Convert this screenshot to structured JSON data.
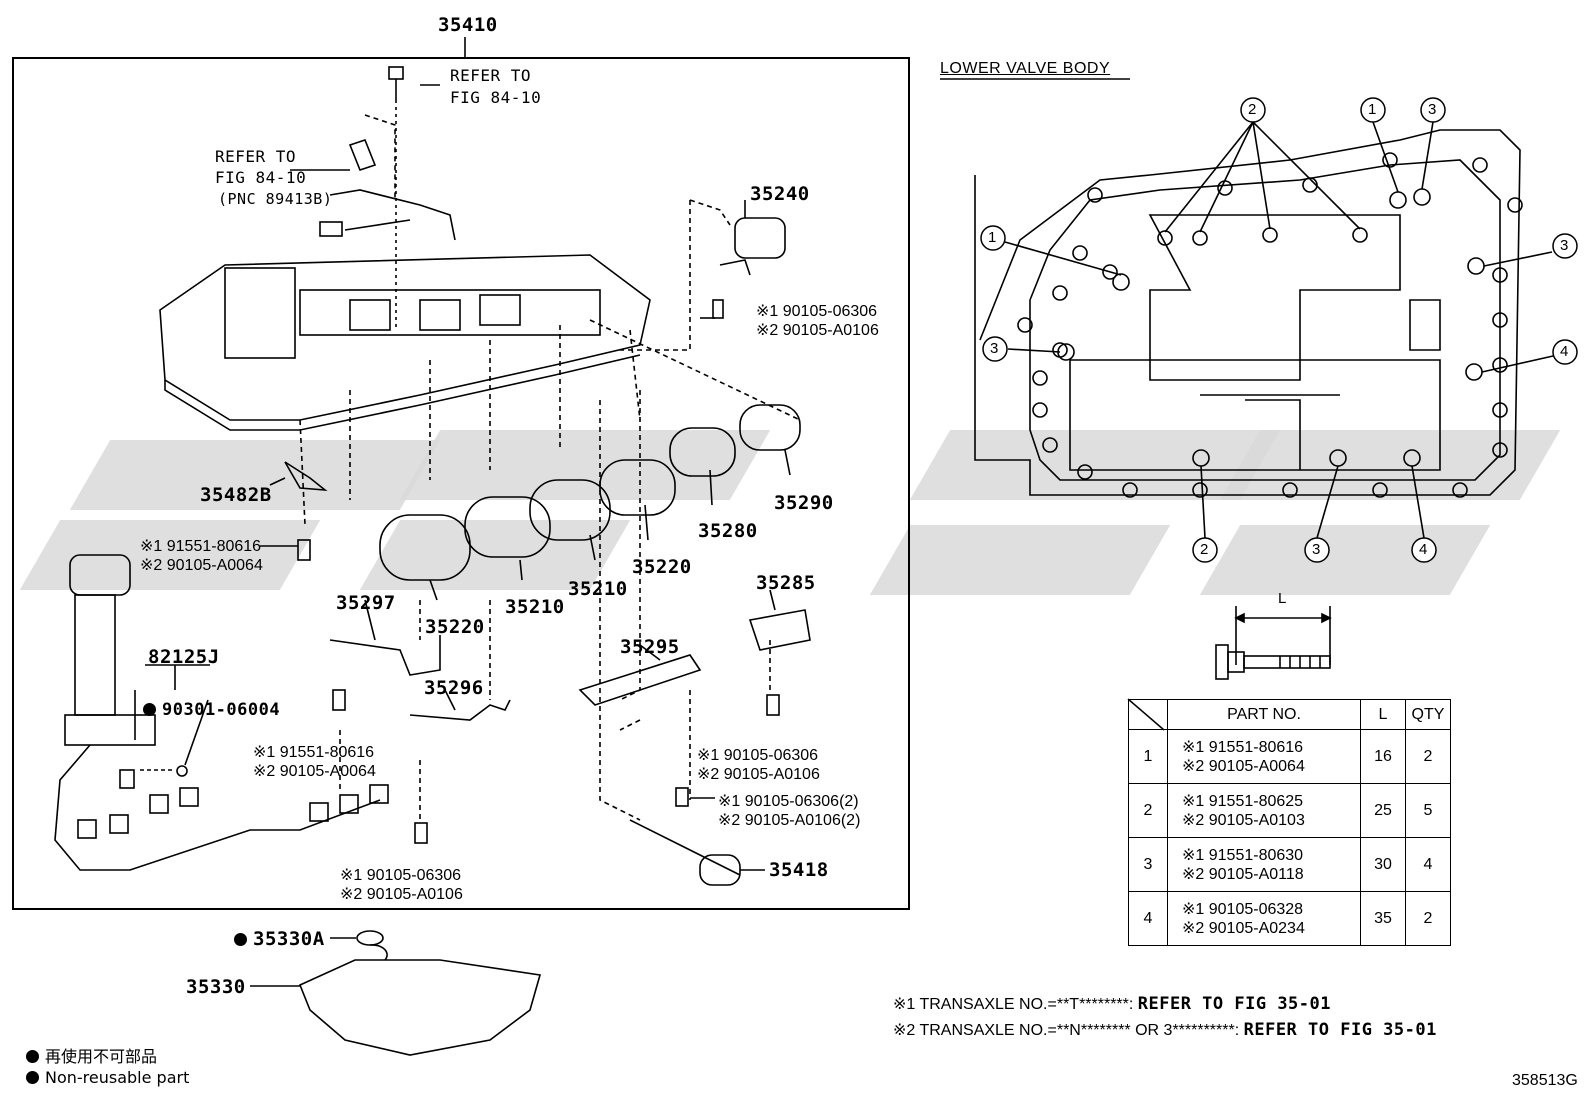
{
  "main": {
    "top_part": "35410",
    "refer_top": [
      "REFER TO",
      "FIG 84-10"
    ],
    "refer_left": [
      "REFER TO",
      "FIG 84-10",
      "(PNC 89413B)"
    ],
    "parts": {
      "p35240": "35240",
      "p35290": "35290",
      "p35280": "35280",
      "p35220a": "35220",
      "p35220b": "35220",
      "p35210a": "35210",
      "p35210b": "35210",
      "p35482b": "35482B",
      "p35297": "35297",
      "p35296": "35296",
      "p35295": "35295",
      "p35285": "35285",
      "p82125j": "82125J",
      "p35418": "35418",
      "p35330a": "35330A",
      "p35330": "35330"
    },
    "bolts": {
      "b1": [
        "※1 90105-06306",
        "※2 90105-A0106"
      ],
      "b2": [
        "※1 91551-80616",
        "※2 90105-A0064"
      ],
      "b3": [
        "※1 91551-80616",
        "※2 90105-A0064"
      ],
      "b4": [
        "※1 90105-06306",
        "※2 90105-A0106"
      ],
      "b5": [
        "※1 90105-06306",
        "※2 90105-A0106"
      ],
      "b6": [
        "※1 90105-06306(2)",
        "※2 90105-A0106(2)"
      ]
    },
    "oring_part": "90301-06004"
  },
  "lower_valve_body": {
    "title": "LOWER VALVE BODY",
    "callouts": [
      "1",
      "2",
      "3",
      "1",
      "3",
      "3",
      "4",
      "2",
      "3",
      "4"
    ],
    "dim_label": "L"
  },
  "table": {
    "headers": [
      "PART NO.",
      "L",
      "QTY"
    ],
    "rows": [
      {
        "idx": "1",
        "p1": "※1 91551-80616",
        "p2": "※2 90105-A0064",
        "l": "16",
        "qty": "2"
      },
      {
        "idx": "2",
        "p1": "※1 91551-80625",
        "p2": "※2 90105-A0103",
        "l": "25",
        "qty": "5"
      },
      {
        "idx": "3",
        "p1": "※1 91551-80630",
        "p2": "※2 90105-A0118",
        "l": "30",
        "qty": "4"
      },
      {
        "idx": "4",
        "p1": "※1 90105-06328",
        "p2": "※2 90105-A0234",
        "l": "35",
        "qty": "2"
      }
    ]
  },
  "notes": {
    "n1_prefix": "※1 TRANSAXLE NO.=**T********: ",
    "n1_ref": "REFER TO FIG 35-01",
    "n2_prefix": "※2 TRANSAXLE NO.=**N******** OR 3**********: ",
    "n2_ref": "REFER TO FIG 35-01"
  },
  "legend": {
    "jp": "再使用不可部品",
    "en": "Non-reusable part"
  },
  "figure_id": "358513G"
}
